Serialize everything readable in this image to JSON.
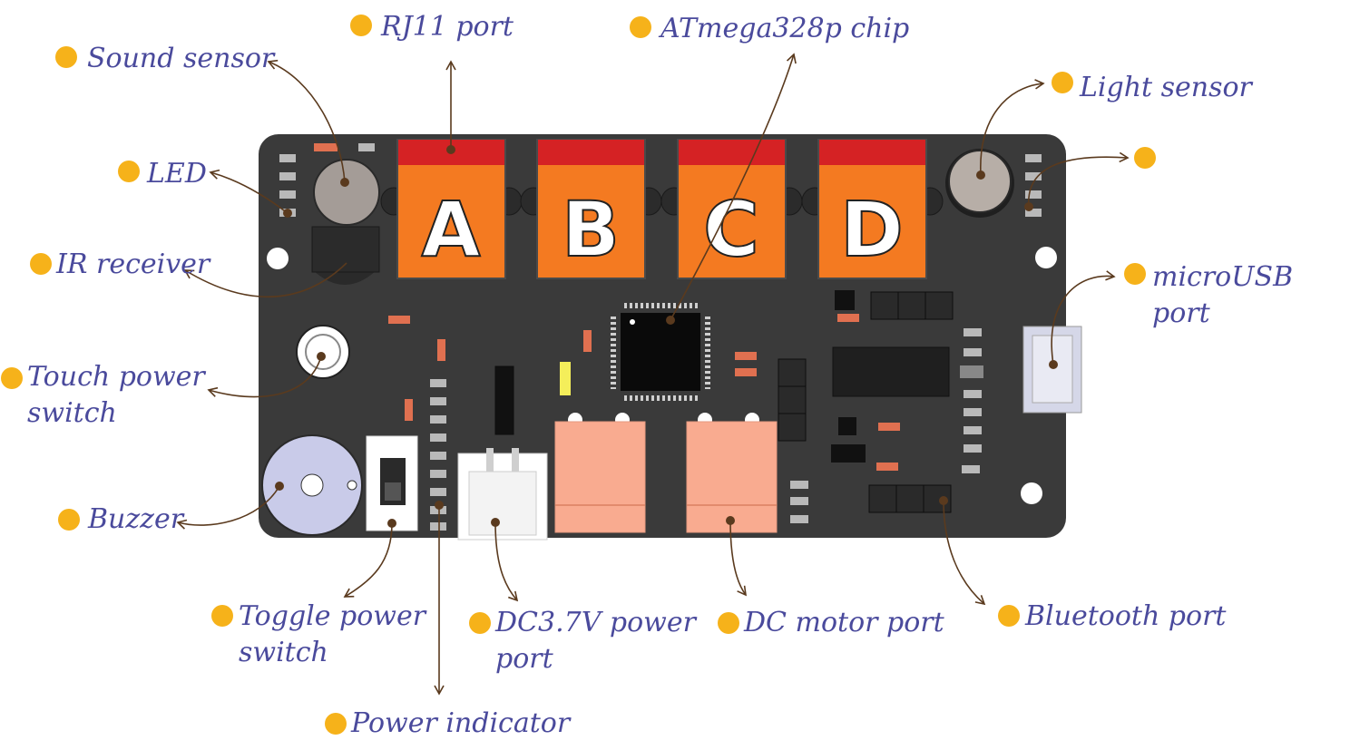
{
  "colors": {
    "board": "#3a3a3a",
    "port_red": "#d52224",
    "port_orange": "#f47a21",
    "label_text": "#4a4a9c",
    "dot": "#f6b21a",
    "arrow": "#5a3a1e",
    "motor_pad": "#f9ab90",
    "buzzer": "#c9cbe9"
  },
  "ports": [
    "A",
    "B",
    "C",
    "D"
  ],
  "labels": {
    "rj11": "RJ11 port",
    "atmega": "ATmega328p chip",
    "sound": "Sound sensor",
    "light": "Light sensor",
    "led": "LED",
    "ir": "IR receiver",
    "touch1": "Touch power",
    "touch2": "switch",
    "buzzer": "Buzzer",
    "usb1": "microUSB",
    "usb2": "port",
    "toggle1": "Toggle power",
    "toggle2": "switch",
    "dc1": "DC3.7V power",
    "dc2": "port",
    "motor": "DC motor port",
    "bluetooth": "Bluetooth port",
    "power": "Power indicator"
  }
}
